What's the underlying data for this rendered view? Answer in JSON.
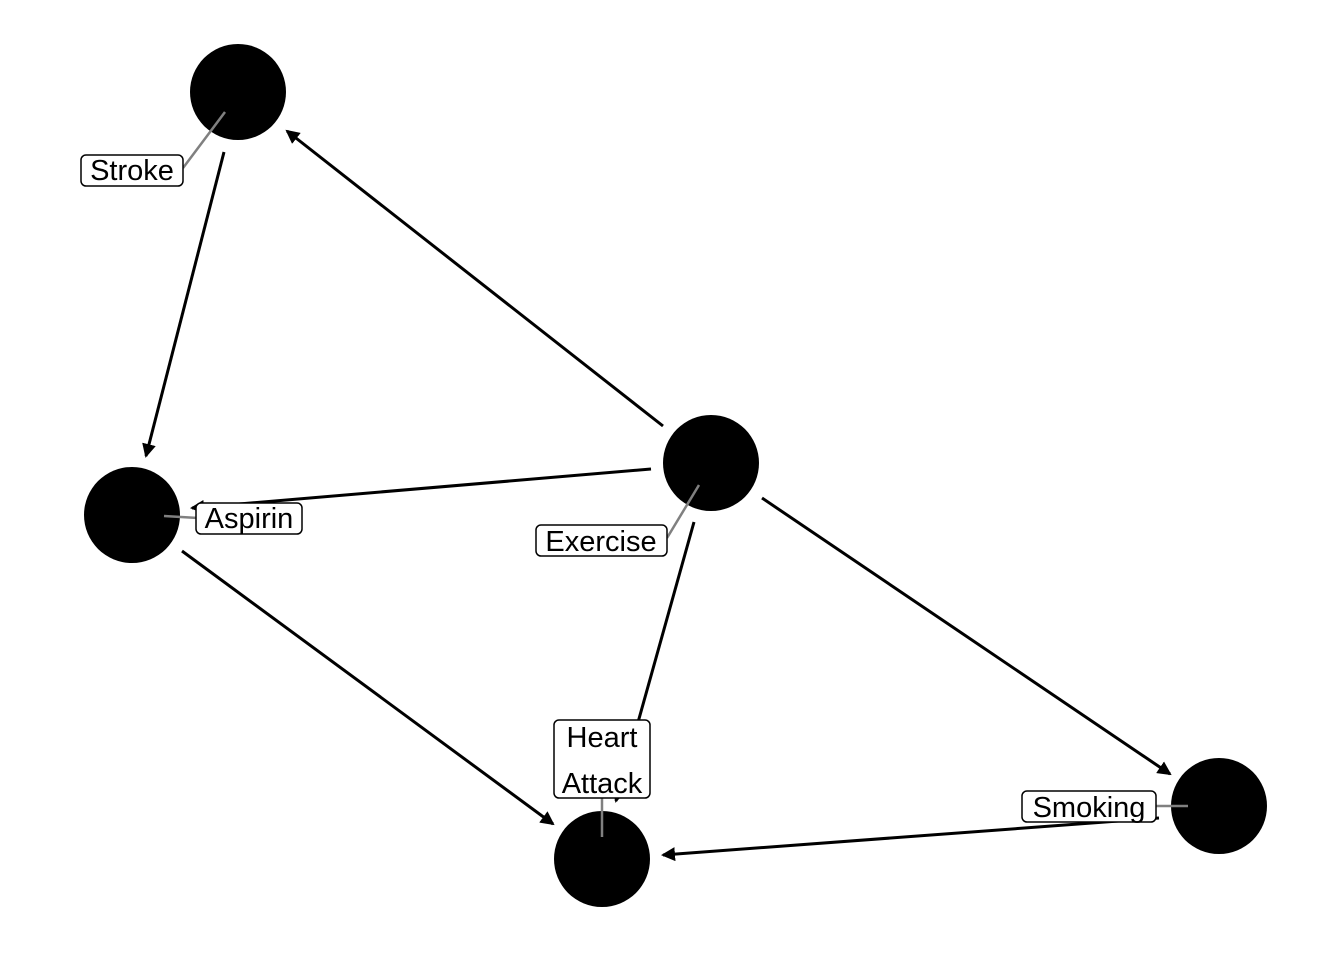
{
  "diagram": {
    "type": "directed-acyclic-graph",
    "colors": {
      "node": "#000000",
      "edge": "#000000",
      "leader": "#808080",
      "label_fill": "#ffffff",
      "background": "#ffffff"
    },
    "nodes": [
      {
        "id": "stroke",
        "label": "Stroke"
      },
      {
        "id": "aspirin",
        "label": "Aspirin"
      },
      {
        "id": "exercise",
        "label": "Exercise"
      },
      {
        "id": "heart_attack",
        "label": "Heart Attack",
        "label_lines": [
          "Heart",
          "Attack"
        ]
      },
      {
        "id": "smoking",
        "label": "Smoking"
      }
    ],
    "edges": [
      {
        "from": "exercise",
        "to": "stroke"
      },
      {
        "from": "stroke",
        "to": "aspirin"
      },
      {
        "from": "exercise",
        "to": "aspirin"
      },
      {
        "from": "exercise",
        "to": "heart_attack"
      },
      {
        "from": "exercise",
        "to": "smoking"
      },
      {
        "from": "aspirin",
        "to": "heart_attack"
      },
      {
        "from": "smoking",
        "to": "heart_attack"
      }
    ]
  }
}
